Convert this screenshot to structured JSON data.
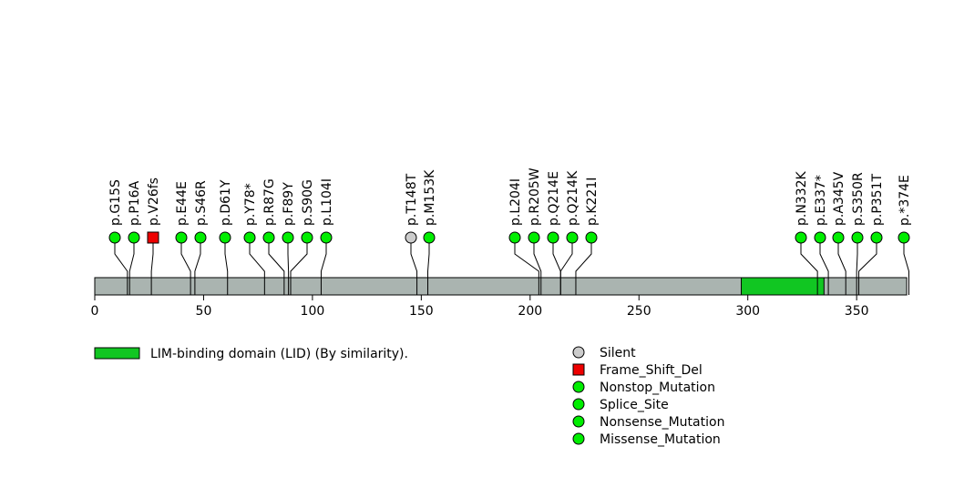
{
  "chart_data": {
    "type": "lollipop",
    "protein_length": 373,
    "x_ticks": [
      0,
      50,
      100,
      150,
      200,
      250,
      300,
      350
    ],
    "xlim": [
      0,
      373
    ],
    "domains": [
      {
        "name": "LIM-binding domain (LID) (By similarity).",
        "start": 297,
        "end": 335,
        "color": "#11c622"
      }
    ],
    "mutations": [
      {
        "label": "p.G15S",
        "position": 15,
        "type": "Missense_Mutation"
      },
      {
        "label": "p.P16A",
        "position": 16,
        "type": "Missense_Mutation"
      },
      {
        "label": "p.V26fs",
        "position": 26,
        "type": "Frame_Shift_Del"
      },
      {
        "label": "p.E44E",
        "position": 44,
        "type": "Missense_Mutation"
      },
      {
        "label": "p.S46R",
        "position": 46,
        "type": "Missense_Mutation"
      },
      {
        "label": "p.D61Y",
        "position": 61,
        "type": "Missense_Mutation"
      },
      {
        "label": "p.Y78*",
        "position": 78,
        "type": "Nonsense_Mutation"
      },
      {
        "label": "p.R87G",
        "position": 87,
        "type": "Missense_Mutation"
      },
      {
        "label": "p.F89Y",
        "position": 89,
        "type": "Missense_Mutation"
      },
      {
        "label": "p.S90G",
        "position": 90,
        "type": "Missense_Mutation"
      },
      {
        "label": "p.L104I",
        "position": 104,
        "type": "Missense_Mutation"
      },
      {
        "label": "p.T148T",
        "position": 148,
        "type": "Silent"
      },
      {
        "label": "p.M153K",
        "position": 153,
        "type": "Missense_Mutation"
      },
      {
        "label": "p.L204I",
        "position": 204,
        "type": "Missense_Mutation"
      },
      {
        "label": "p.R205W",
        "position": 205,
        "type": "Missense_Mutation"
      },
      {
        "label": "p.Q214E",
        "position": 214,
        "type": "Missense_Mutation"
      },
      {
        "label": "p.Q214K",
        "position": 214,
        "type": "Missense_Mutation"
      },
      {
        "label": "p.K221I",
        "position": 221,
        "type": "Missense_Mutation"
      },
      {
        "label": "p.N332K",
        "position": 332,
        "type": "Missense_Mutation"
      },
      {
        "label": "p.E337*",
        "position": 337,
        "type": "Nonsense_Mutation"
      },
      {
        "label": "p.A345V",
        "position": 345,
        "type": "Missense_Mutation"
      },
      {
        "label": "p.S350R",
        "position": 350,
        "type": "Missense_Mutation"
      },
      {
        "label": "p.P351T",
        "position": 351,
        "type": "Missense_Mutation"
      },
      {
        "label": "p.*374E",
        "position": 374,
        "type": "Nonstop_Mutation"
      }
    ],
    "legend": [
      {
        "label": "Silent",
        "shape": "circle",
        "color": "#cccccc"
      },
      {
        "label": "Frame_Shift_Del",
        "shape": "square",
        "color": "#ee0000"
      },
      {
        "label": "Nonstop_Mutation",
        "shape": "circle",
        "color": "#00ee00"
      },
      {
        "label": "Splice_Site",
        "shape": "circle",
        "color": "#00ee00"
      },
      {
        "label": "Nonsense_Mutation",
        "shape": "circle",
        "color": "#00ee00"
      },
      {
        "label": "Missense_Mutation",
        "shape": "circle",
        "color": "#00ee00"
      }
    ],
    "colors": {
      "protein_bar": "#aab4b0",
      "mutation": "#00ee00"
    }
  }
}
